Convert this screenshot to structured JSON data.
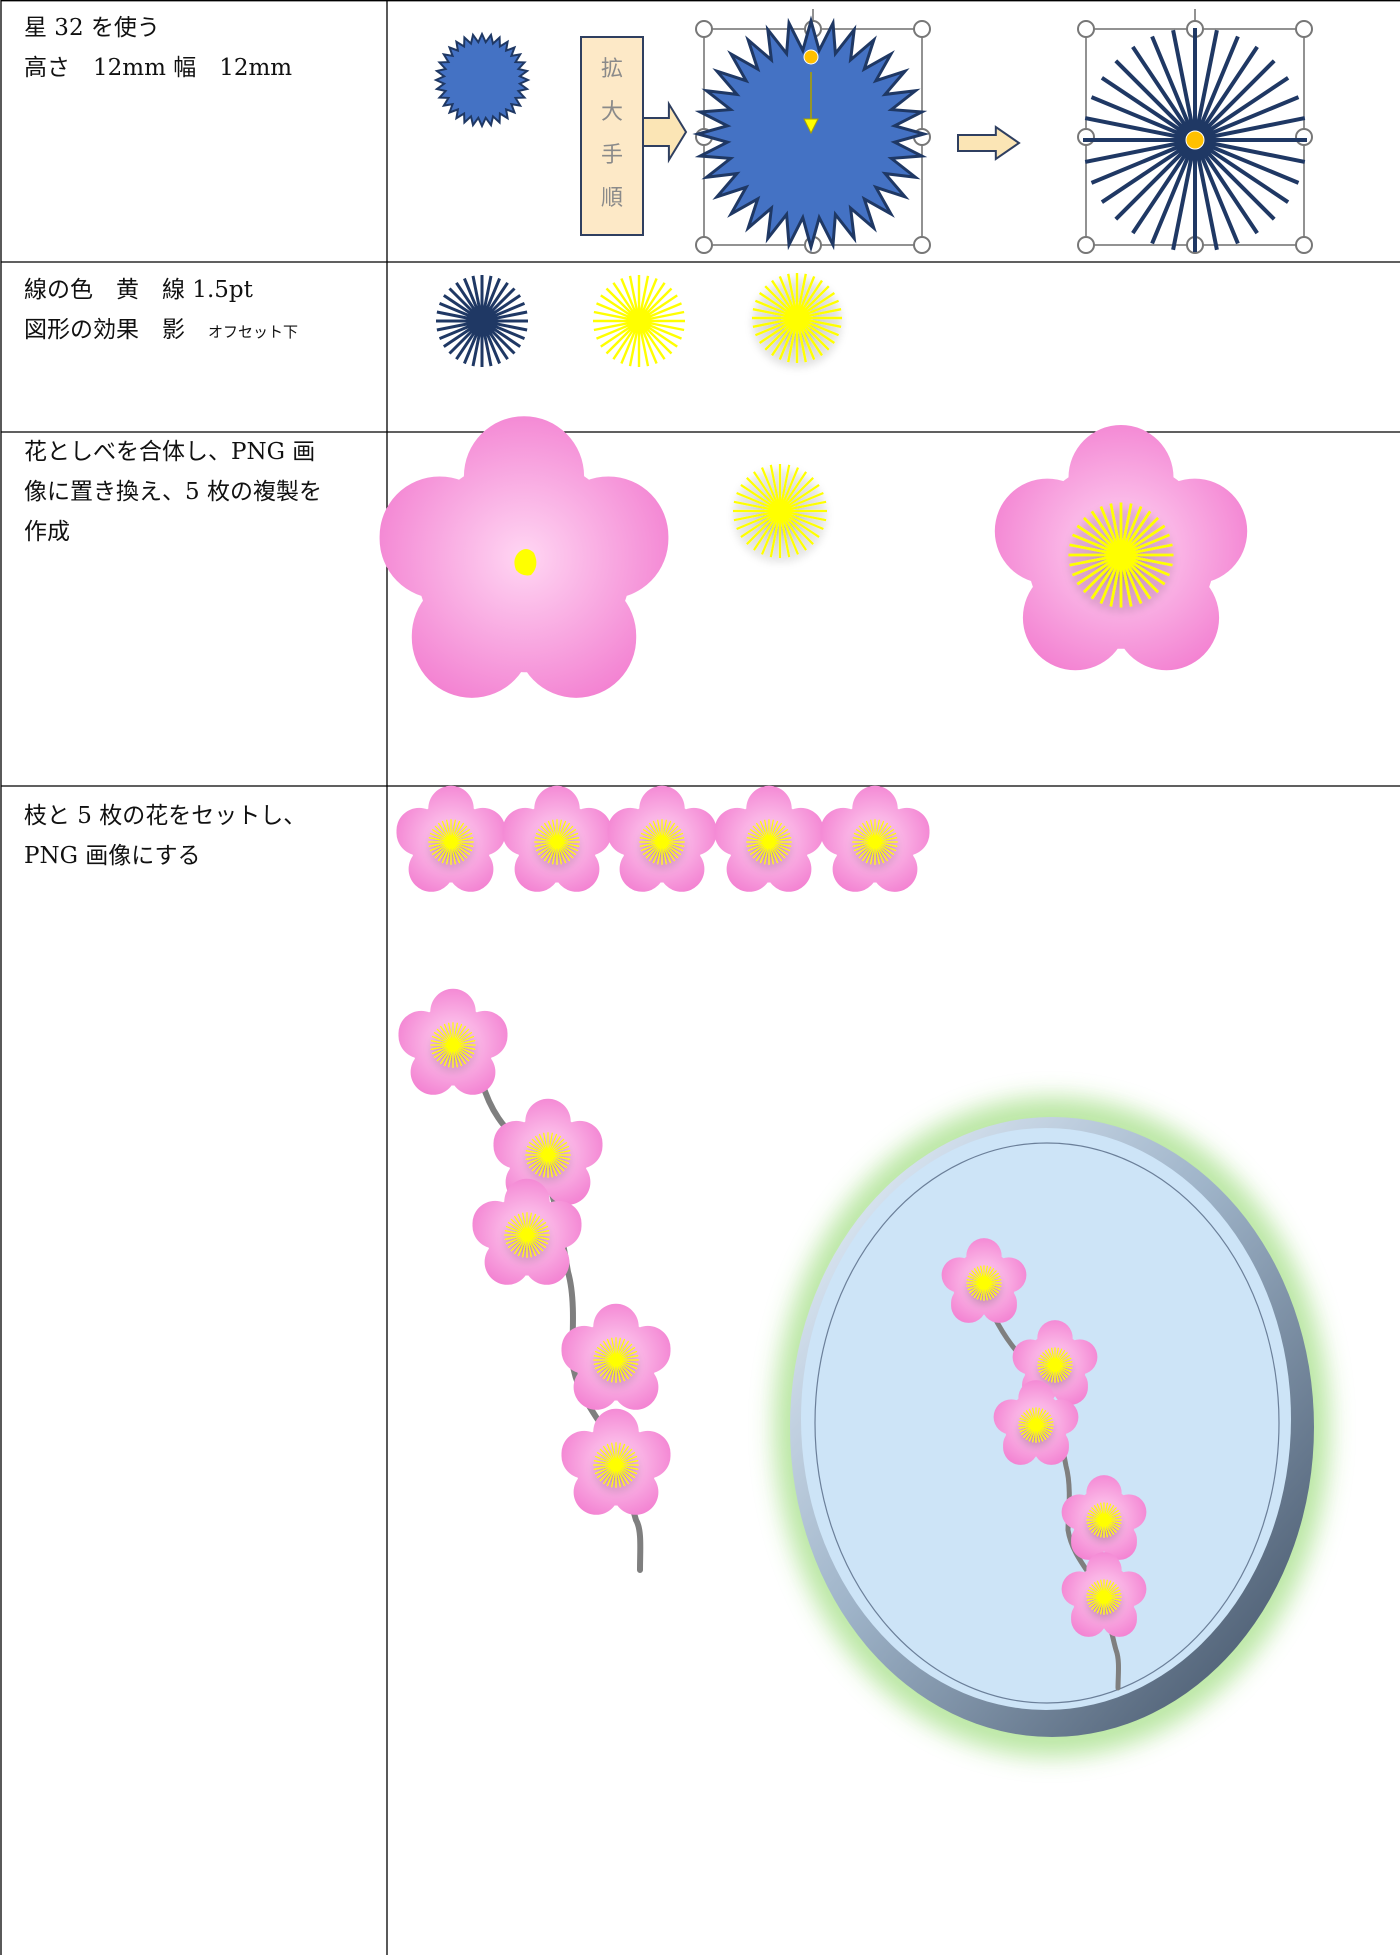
{
  "rows": [
    {
      "lines": [
        "星 32 を使う",
        "高さ　12mm 幅　12mm"
      ]
    },
    {
      "line1": "線の色　黄　線 1.5pt",
      "line2_main": "図形の効果　影　",
      "line2_small": "オフセット下"
    },
    {
      "lines": [
        "花としべを合体し、PNG 画",
        "像に置き換え、5 枚の複製を",
        "作成"
      ]
    },
    {
      "lines": [
        "枝と 5 枚の花をセットし、",
        "PNG 画像にする"
      ]
    }
  ],
  "step_box": {
    "chars": [
      "拡",
      "大",
      "手",
      "順"
    ]
  },
  "colors": {
    "star_blue": "#4472c4",
    "star_outline": "#1f3864",
    "ray_navy": "#1f3864",
    "ray_yellow": "#ffff00",
    "pink_edge": "#f27bcf",
    "pink_center": "#ffd6f3",
    "step_box_fill": "#fde9c7",
    "step_box_border": "#2f3f60",
    "arrow_fill": "#fbe5b5",
    "frame_fill": "#cde4f7",
    "frame_glow": "#b8e6a0",
    "branch": "#7f7f7f"
  },
  "icons": [
    "star32-icon",
    "sunburst-icon",
    "plum-flower-icon",
    "block-arrow-right-icon",
    "yellow-pointer-arrow-icon"
  ]
}
